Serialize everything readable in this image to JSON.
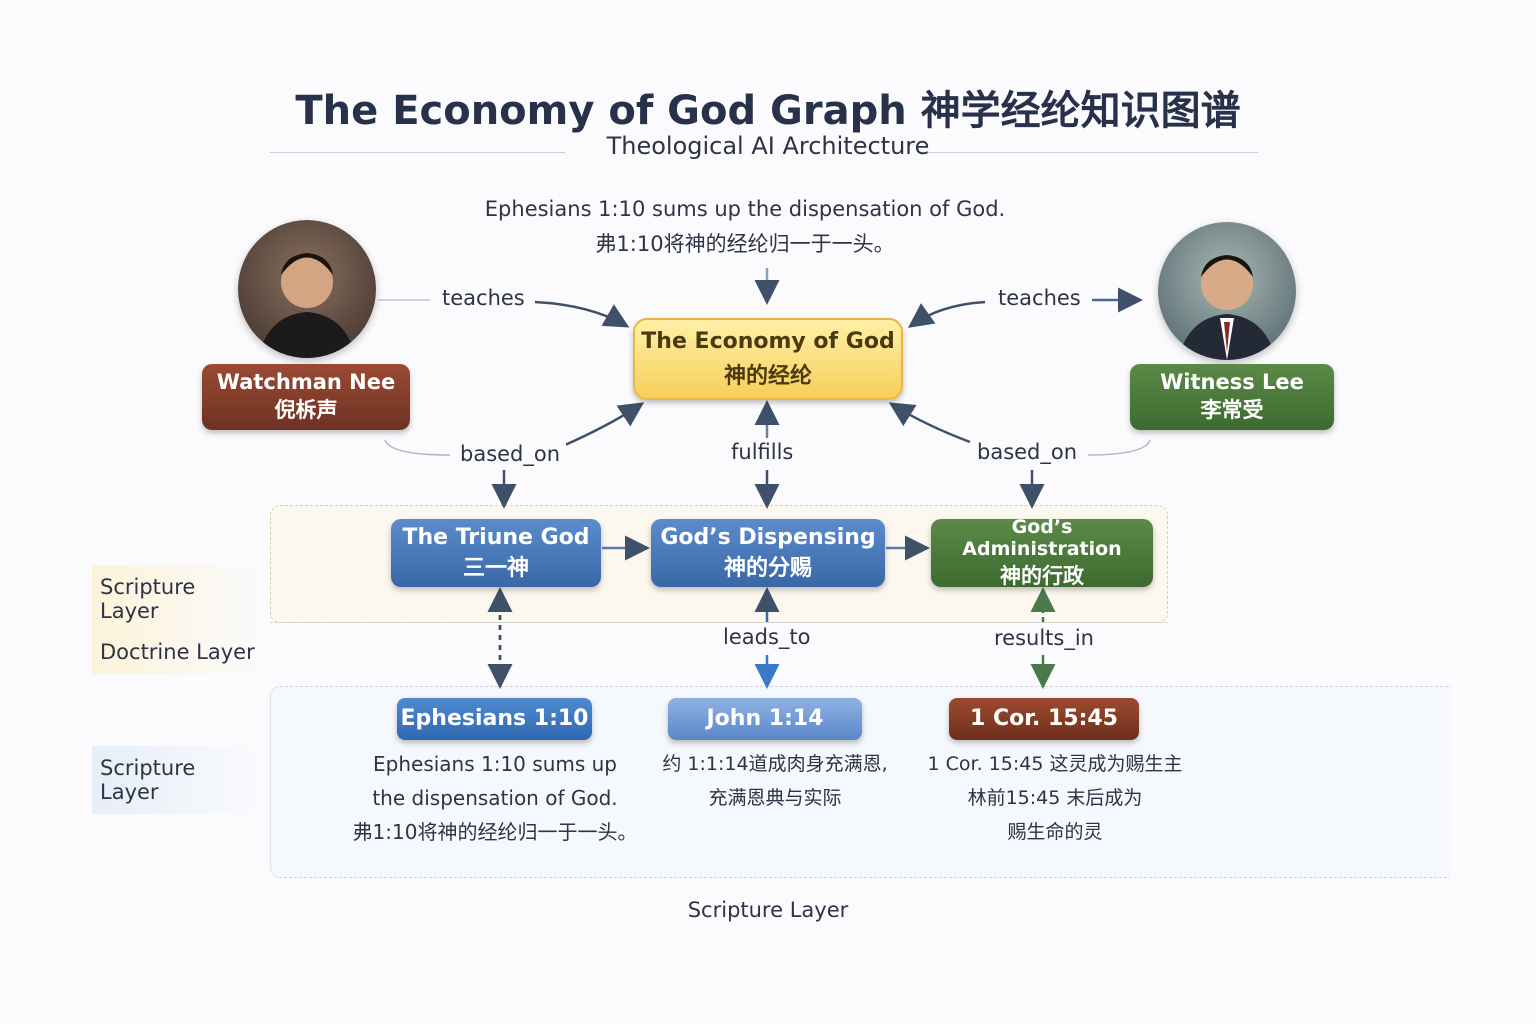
{
  "header": {
    "title": "The Economy of God Graph 神学经纶知识图谱",
    "subtitle": "Theological AI Architecture"
  },
  "top_text": {
    "en": "Ephesians 1:10 sums up the dispensation of God.",
    "zh": "弗1:10将神的经纶归一于一头。"
  },
  "center_node": {
    "en": "The Economy of God",
    "zh": "神的经纶"
  },
  "people": [
    {
      "name": "Watchman Nee",
      "zh": "倪柝声",
      "color": "#7f3a29"
    },
    {
      "name": "Witness Lee",
      "zh": "李常受",
      "color": "#4a7a3a"
    }
  ],
  "edge_labels": {
    "teaches_left": "teaches",
    "teaches_right": "teaches",
    "based_on_left": "based_on",
    "based_on_right": "based_on",
    "fulfills": "fulfills",
    "leads_to": "leads_to",
    "results_in": "results_in"
  },
  "concepts": [
    {
      "en": "The Triune God",
      "zh": "三一神"
    },
    {
      "en": "God’s Dispensing",
      "zh": "神的分赐"
    },
    {
      "en": "God’s Administration",
      "zh": "神的行政"
    }
  ],
  "layers": [
    "Scripture Layer",
    "Doctrine Layer",
    "Scripture Layer"
  ],
  "bottom_layer_label": "Scripture Layer",
  "references": [
    {
      "label": "Ephesians 1:10",
      "lines": [
        "Ephesians 1:10 sums up",
        "the dispensation of God.",
        "弗1:10将神的经纶归一于一头。"
      ]
    },
    {
      "label": "John 1:14",
      "lines": [
        "约 1:1:14道成肉身充满恩,",
        "充满恩典与实际"
      ]
    },
    {
      "label": "1 Cor. 15:45",
      "lines": [
        "1 Cor. 15:45 这灵成为赐生主",
        "林前15:45 末后成为",
        "赐生命的灵"
      ]
    }
  ]
}
